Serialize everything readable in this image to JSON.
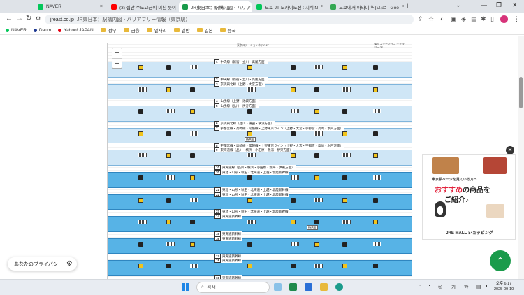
{
  "tabs": [
    {
      "label": "NAVER",
      "color": "#03c75a",
      "active": false
    },
    {
      "label": "(3) 집안 수도요금이 미친 듯이",
      "color": "#ff0000",
      "active": false
    },
    {
      "label": "JR東日本：駅構内図・バリアフリー",
      "color": "#1a9b4b",
      "active": true
    },
    {
      "label": "도쿄 JT 도카이도선 : 지식iN",
      "color": "#03c75a",
      "active": false
    },
    {
      "label": "도쿄에서 아타미 역(으)로 - Goo",
      "color": "#34a853",
      "active": false
    }
  ],
  "toolbar": {
    "host": "jreast.co.jp",
    "page_title": "JR東日本：駅構内図・バリアフリー情報（東京駅）",
    "profile_initial": "I"
  },
  "bookmarks": [
    {
      "label": "NAVER",
      "kind": "dot",
      "color": "#03c75a"
    },
    {
      "label": "Daum",
      "kind": "dot",
      "color": "#1f3a93"
    },
    {
      "label": "Yahoo! JAPAN",
      "kind": "dot",
      "color": "#e60012"
    },
    {
      "label": "정부",
      "kind": "folder"
    },
    {
      "label": "금융",
      "kind": "folder"
    },
    {
      "label": "일자리",
      "kind": "folder"
    },
    {
      "label": "일반",
      "kind": "folder"
    },
    {
      "label": "일본",
      "kind": "folder"
    },
    {
      "label": "중국",
      "kind": "folder"
    }
  ],
  "map": {
    "zoom_in": "+",
    "zoom_out": "−",
    "top_labels": [
      "東京ステーションホテル2F",
      "東京ステーション\nギャラリー2F"
    ],
    "platforms": [
      {
        "num": "1",
        "text": "中央線（新宿・立川・高尾方面）"
      },
      {
        "num": "2",
        "text": "中央線（新宿・立川・高尾方面）"
      },
      {
        "num": "3",
        "text": "京浜東北線（上野・大宮方面）"
      },
      {
        "num": "4",
        "text": "山手線（上野・池袋方面）"
      },
      {
        "num": "5",
        "text": "山手線（品川・渋谷方面）"
      },
      {
        "num": "6",
        "text": "京浜東北線（品川・蒲田・横浜方面）"
      },
      {
        "num": "7",
        "text": "宇都宮線・高崎線・常磐線・上野東京ライン（上野・大宮・宇都宮・高崎・水戸方面）"
      },
      {
        "num": "8",
        "text": "宇都宮線・高崎線・常磐線・上野東京ライン（上野・大宮・宇都宮・高崎・水戸方面）"
      },
      {
        "num": "9",
        "text": "東海道線（品川・横浜・小田原・熱海・伊東方面）"
      },
      {
        "num": "10",
        "text": "東海道線（品川・横浜・小田原・熱海・伊東方面）"
      },
      {
        "num": "20",
        "text": "東北・山形・秋田・北海道・上越・北陸新幹線"
      },
      {
        "num": "21",
        "text": "東北・山形・秋田・北海道・上越・北陸新幹線"
      },
      {
        "num": "22",
        "text": "東北・山形・秋田・北海道・上越・北陸新幹線"
      },
      {
        "num": "23",
        "text": "東北・山形・秋田・北海道・上越・北陸新幹線"
      },
      {
        "num": "14",
        "text": "東海道新幹線"
      },
      {
        "num": "15",
        "text": "東海道新幹線"
      },
      {
        "num": "16",
        "text": "東海道新幹線"
      },
      {
        "num": "17",
        "text": "東海道新幹線"
      },
      {
        "num": "18",
        "text": "東海道新幹線"
      },
      {
        "num": "19",
        "text": "東海道新幹線"
      }
    ],
    "waiting_room": "待合室"
  },
  "ad": {
    "line1": "東京駅ページを見ている方へ",
    "line2_em": "おすすめ",
    "line2_rest": "の商品を",
    "line3": "ご紹介♪",
    "brand": "JRE MALL ショッピング",
    "close": "✕"
  },
  "privacy": {
    "label": "あなたのプライバシー"
  },
  "scroll_top": "⌃",
  "taskbar": {
    "search_placeholder": "검색",
    "ime": "가",
    "lang": "한",
    "time": "오후 6:17",
    "date": "2025-09-10"
  }
}
